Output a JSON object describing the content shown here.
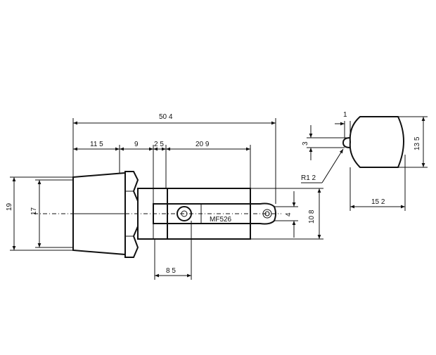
{
  "dimensions": {
    "total_length": "50 4",
    "seg_a": "11 5",
    "seg_b": "9",
    "seg_c": "2 5",
    "seg_d": "20 9",
    "dia_outer": "19",
    "dia_inner": "17",
    "tab_height": "10 8",
    "tab_width": "4",
    "ear_width": "8 5",
    "end_top": "1",
    "end_3": "3",
    "end_height": "13 5",
    "end_radius": "R1 2",
    "end_width": "15 2"
  },
  "part_label": "MF526"
}
